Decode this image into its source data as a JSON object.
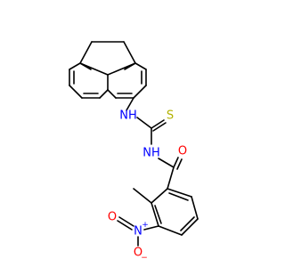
{
  "colors": {
    "bond": "#000000",
    "N": "#0000ff",
    "S": "#b2b200",
    "O": "#ff0000"
  },
  "atoms": {
    "nh_amine": "NH",
    "sulfur": "S",
    "nh_amide": "NH",
    "carbonyl_o": "O",
    "nitro_n": "N",
    "nitro_n_charge": "+",
    "nitro_o_top": "O",
    "nitro_o_bottom": "O",
    "nitro_o_charge": "−"
  }
}
